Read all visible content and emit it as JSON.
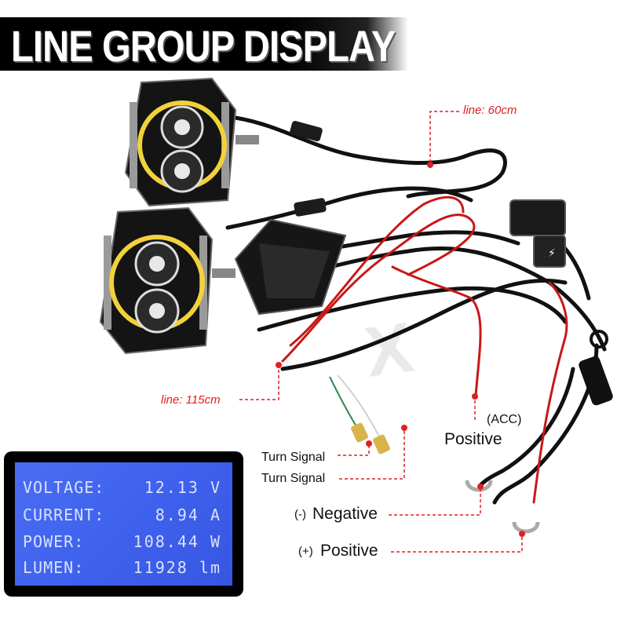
{
  "title": "LINE GROUP DISPLAY",
  "labels": {
    "line_60": "line: 60cm",
    "line_115": "line: 115cm",
    "acc": "(ACC)",
    "acc_positive": "Positive",
    "turn_signal_1": "Turn Signal",
    "turn_signal_2": "Turn Signal",
    "negative_sign": "(-)",
    "negative": "Negative",
    "positive_sign": "(+)",
    "positive": "Positive"
  },
  "display": [
    {
      "key": "VOLTAGE:",
      "value": "12.13",
      "unit": "V"
    },
    {
      "key": "CURRENT:",
      "value": "8.94",
      "unit": "A"
    },
    {
      "key": "POWER:",
      "value": "108.44",
      "unit": "W"
    },
    {
      "key": "LUMEN:",
      "value": "11928",
      "unit": "lm"
    }
  ],
  "colors": {
    "lcd_blue": "#4a6df2",
    "annotation_red": "#e02020",
    "lamp_ring": "#f2d23a"
  }
}
